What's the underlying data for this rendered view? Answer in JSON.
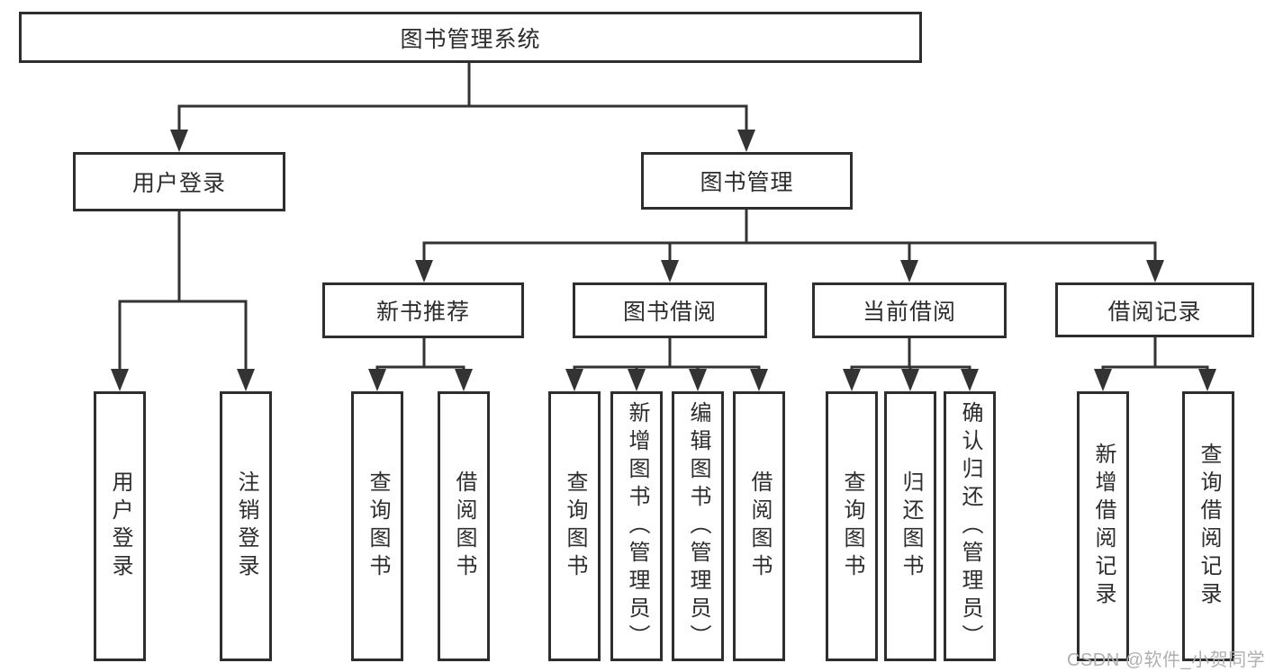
{
  "diagram": {
    "nodes": {
      "root": {
        "label": "图书管理系统"
      },
      "user_login": {
        "label": "用户登录"
      },
      "book_mgmt": {
        "label": "图书管理"
      },
      "new_book_rec": {
        "label": "新书推荐"
      },
      "book_borrow": {
        "label": "图书借阅"
      },
      "current_borrow": {
        "label": "当前借阅"
      },
      "borrow_records": {
        "label": "借阅记录"
      },
      "leaves": [
        {
          "label": "用户登录",
          "parent": "用户登录"
        },
        {
          "label": "注销登录",
          "parent": "用户登录"
        },
        {
          "label": "查询图书",
          "parent": "新书推荐"
        },
        {
          "label": "借阅图书",
          "parent": "新书推荐"
        },
        {
          "label": "查询图书",
          "parent": "图书借阅"
        },
        {
          "label": "新增图书（管理员）",
          "parent": "图书借阅"
        },
        {
          "label": "编辑图书（管理员）",
          "parent": "图书借阅"
        },
        {
          "label": "借阅图书",
          "parent": "图书借阅"
        },
        {
          "label": "查询图书",
          "parent": "当前借阅"
        },
        {
          "label": "归还图书",
          "parent": "当前借阅"
        },
        {
          "label": "确认归还（管理员）",
          "parent": "当前借阅"
        },
        {
          "label": "新增借阅记录",
          "parent": "借阅记录"
        },
        {
          "label": "查询借阅记录",
          "parent": "借阅记录"
        }
      ]
    },
    "watermark": {
      "text": "CSDN @软件_小贺同学"
    },
    "colors": {
      "line": "#333333",
      "box_border": "#2e2e2e",
      "text": "#2d2d2d",
      "watermark": "#b0b0b0",
      "background": "#ffffff"
    }
  }
}
